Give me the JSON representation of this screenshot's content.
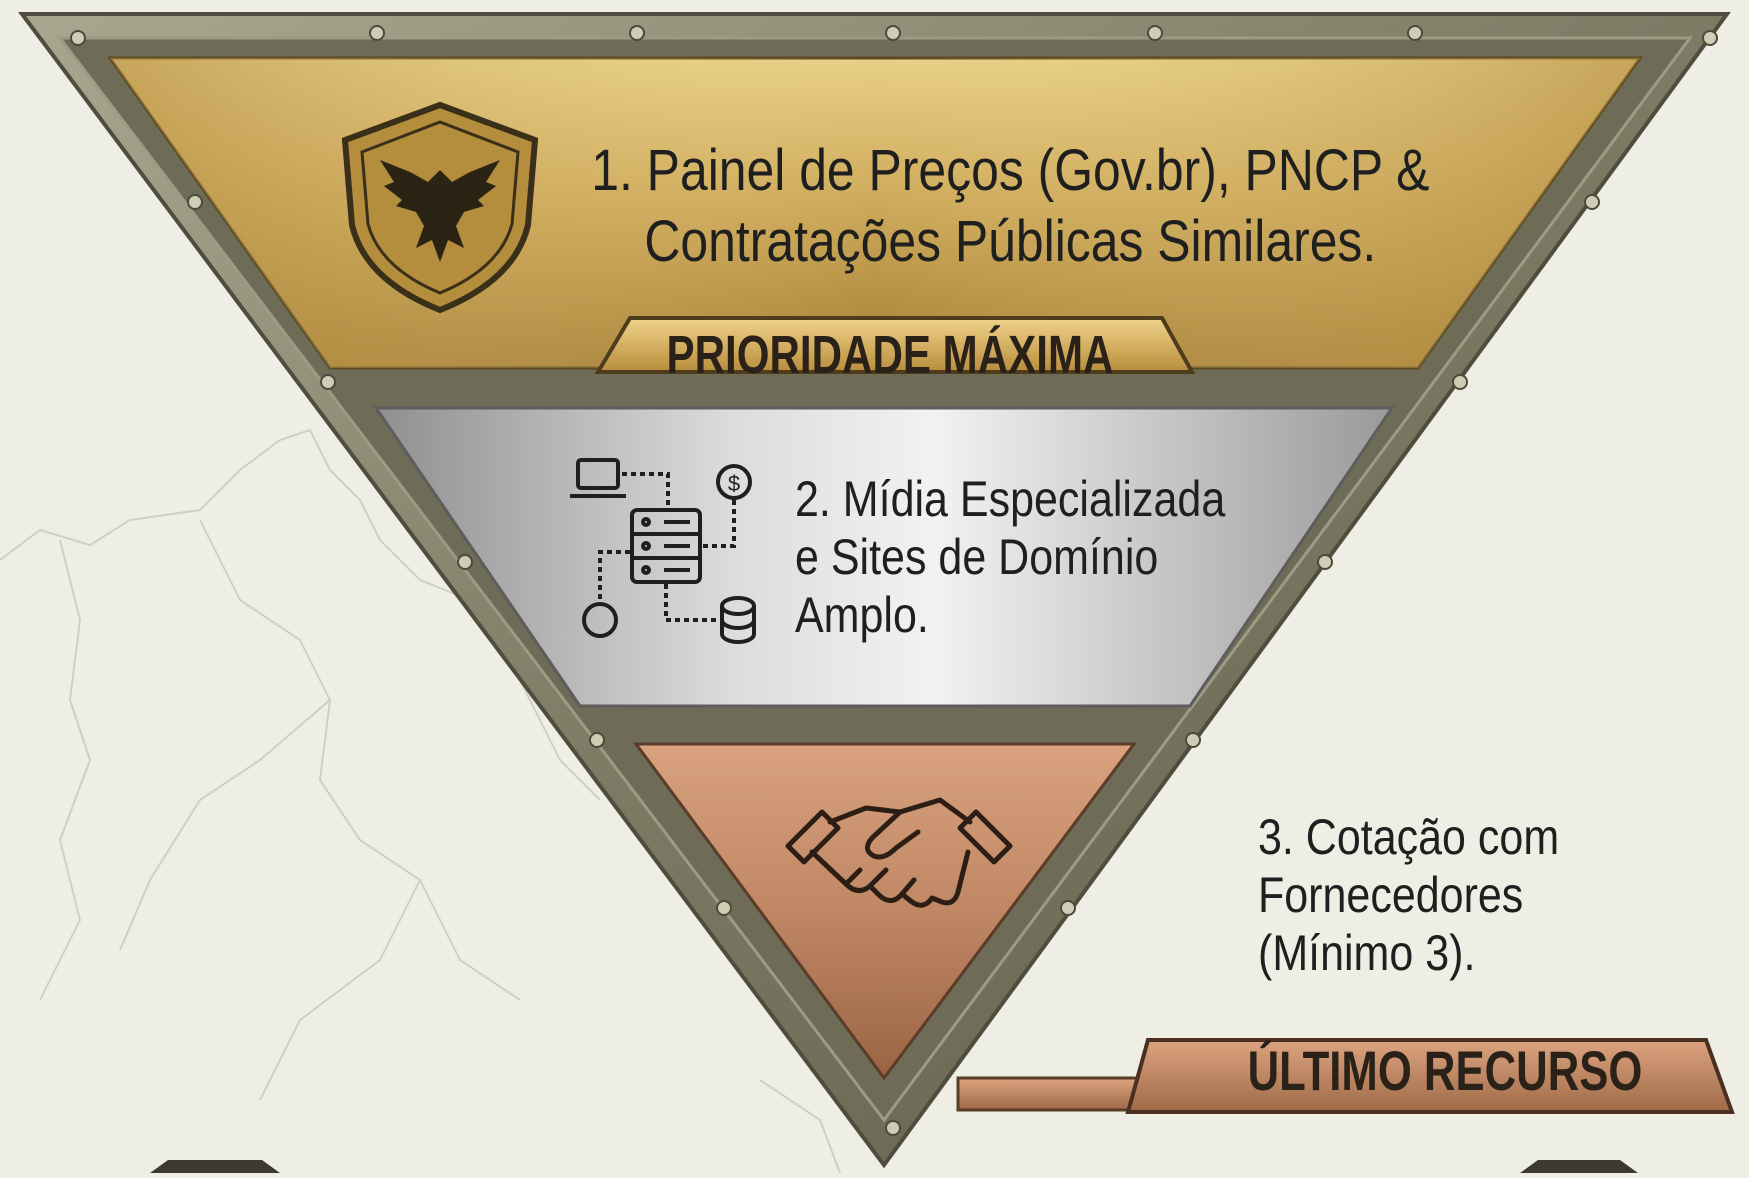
{
  "colors": {
    "background": "#efeee4",
    "frame_metal": "#8c8a74",
    "gold_tier": "#c9a451",
    "silver_tier": "#b9b9b9",
    "bronze_tier": "#b98463",
    "text": "#1f1f1f"
  },
  "tiers": [
    {
      "level": 1,
      "icon": "eagle-shield-icon",
      "lines": [
        "1. Painel de Preços (Gov.br), PNCP &",
        "Contratações Públicas Similares."
      ],
      "badge": "PRIORIDADE MÁXIMA"
    },
    {
      "level": 2,
      "icon": "server-network-icon",
      "lines": [
        "2. Mídia Especializada",
        "e Sites de Domínio",
        "Amplo."
      ]
    },
    {
      "level": 3,
      "icon": "handshake-icon",
      "lines": [
        "3. Cotação com",
        "Fornecedores",
        "(Mínimo 3)."
      ],
      "badge": "ÚLTIMO RECURSO"
    }
  ]
}
